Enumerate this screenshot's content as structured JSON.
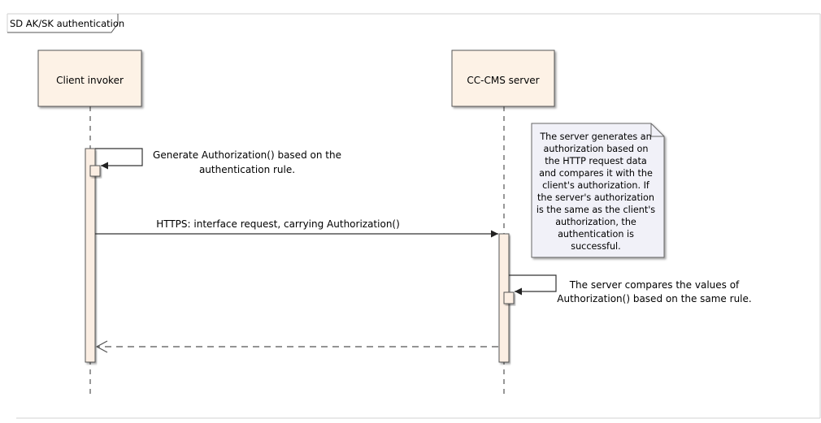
{
  "frame": {
    "title": "SD AK/SK authentication"
  },
  "participants": [
    {
      "id": "client",
      "label": "Client invoker"
    },
    {
      "id": "server",
      "label": "CC-CMS server"
    }
  ],
  "messages": [
    {
      "id": "generate-authorization",
      "kind": "self",
      "from": "client",
      "lines": [
        "Generate Authorization() based on the",
        "authentication rule."
      ]
    },
    {
      "id": "https-request",
      "kind": "sync",
      "from": "client",
      "to": "server",
      "lines": [
        "HTTPS: interface request, carrying Authorization()"
      ]
    },
    {
      "id": "server-compare",
      "kind": "self",
      "from": "server",
      "lines": [
        "The server compares the values of",
        "Authorization() based on the same rule."
      ]
    },
    {
      "id": "response",
      "kind": "return",
      "from": "server",
      "to": "client",
      "lines": []
    }
  ],
  "note": {
    "attached_to": "server",
    "lines": [
      "The server generates an",
      "authorization based on",
      "the HTTP request data",
      "and compares it with the",
      "client's authorization. If",
      "the server's authorization",
      "is the same as the client's",
      "authorization, the",
      "authentication is",
      "successful."
    ]
  },
  "colors": {
    "participant_fill": "#fdf2e6",
    "activation_fill": "#fbeee3",
    "note_fill": "#f1f1f8",
    "line": "#333333",
    "frame": "#c8c8c8"
  }
}
